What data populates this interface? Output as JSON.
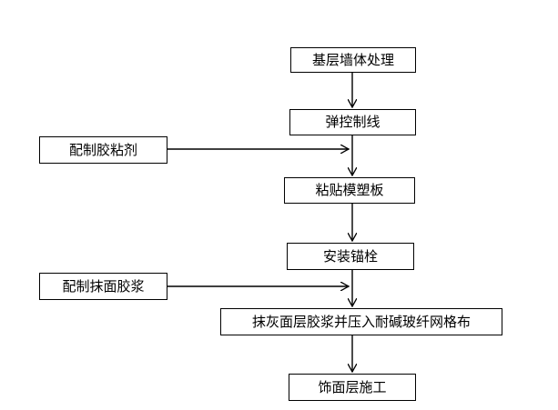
{
  "flowchart": {
    "steps": [
      "基层墙体处理",
      "弹控制线",
      "粘贴模塑板",
      "安装锚栓",
      "抹灰面层胶浆并压入耐碱玻纤网格布",
      "饰面层施工"
    ],
    "side_inputs": [
      "配制胶粘剂",
      "配制抹面胶浆"
    ]
  }
}
